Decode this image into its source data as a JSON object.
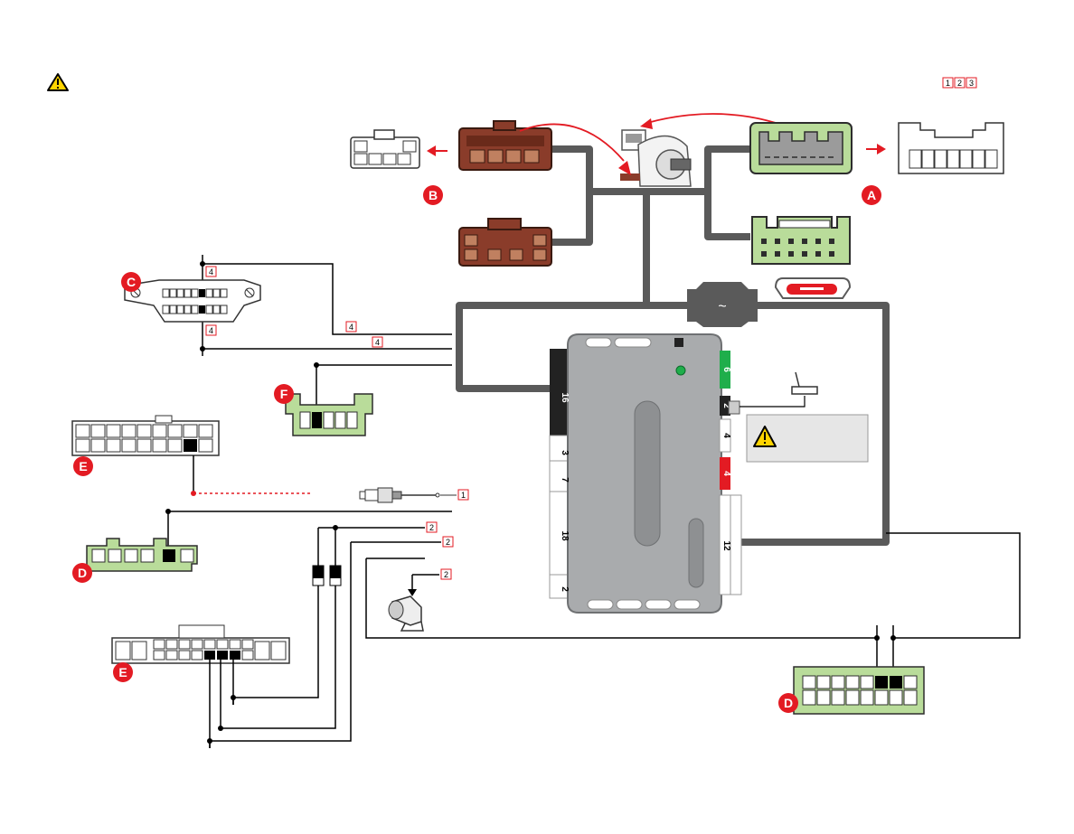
{
  "colors": {
    "harness": "#5a5a5a",
    "brown": "#8a3c2a",
    "green": "#b9dc9a",
    "red": "#e31b23",
    "module": "#a9abad",
    "label_badge": "#e31b23",
    "tag_border": "#e31b23"
  },
  "header": {
    "warning_icon": "warning-triangle-icon",
    "note_tags": [
      "1",
      "2",
      "3"
    ]
  },
  "connectors": {
    "A": "A",
    "B": "B",
    "C": "C",
    "D_left": "D",
    "D_right": "D",
    "E_top": "E",
    "E_bottom": "E",
    "F": "F"
  },
  "module": {
    "ports_left": [
      "16",
      "3",
      "7",
      "18",
      "2"
    ],
    "ports_right": [
      "6",
      "2",
      "4",
      "4",
      "12"
    ],
    "fuse_icon": "fuse-icon"
  },
  "tags": {
    "obd_top": "4",
    "obd_bottom": "4",
    "wire_1": "4",
    "wire_2": "4",
    "antenna": "1",
    "wire_a": "2",
    "wire_b": "2",
    "siren": "2"
  }
}
